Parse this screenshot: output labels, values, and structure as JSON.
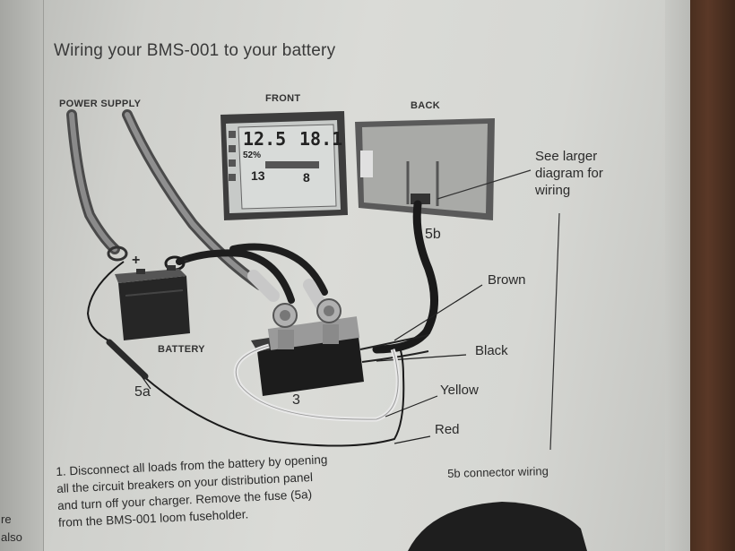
{
  "page": {
    "heading": "Wiring your BMS-001 to your battery",
    "labels": {
      "power_supply": "POWER SUPPLY",
      "front": "FRONT",
      "back": "BACK",
      "battery": "BATTERY",
      "plus": "+",
      "minus": "-",
      "five_b": "5b",
      "five_a": "5a",
      "three": "3",
      "brown": "Brown",
      "black": "Black",
      "yellow": "Yellow",
      "red": "Red"
    },
    "note": "See larger diagram for wiring",
    "display": {
      "voltage": "12.5",
      "value2": "18.1",
      "percent": "52%",
      "small1": "13",
      "small2": "8"
    },
    "instructions": [
      "1. Disconnect all loads from the battery by opening",
      "all the circuit breakers on your distribution panel",
      "and turn off your charger. Remove the fuse (5a)",
      "from the BMS-001 loom fuseholder."
    ],
    "subheading": "5b connector wiring",
    "left_fragments": [
      "re",
      "also"
    ]
  }
}
